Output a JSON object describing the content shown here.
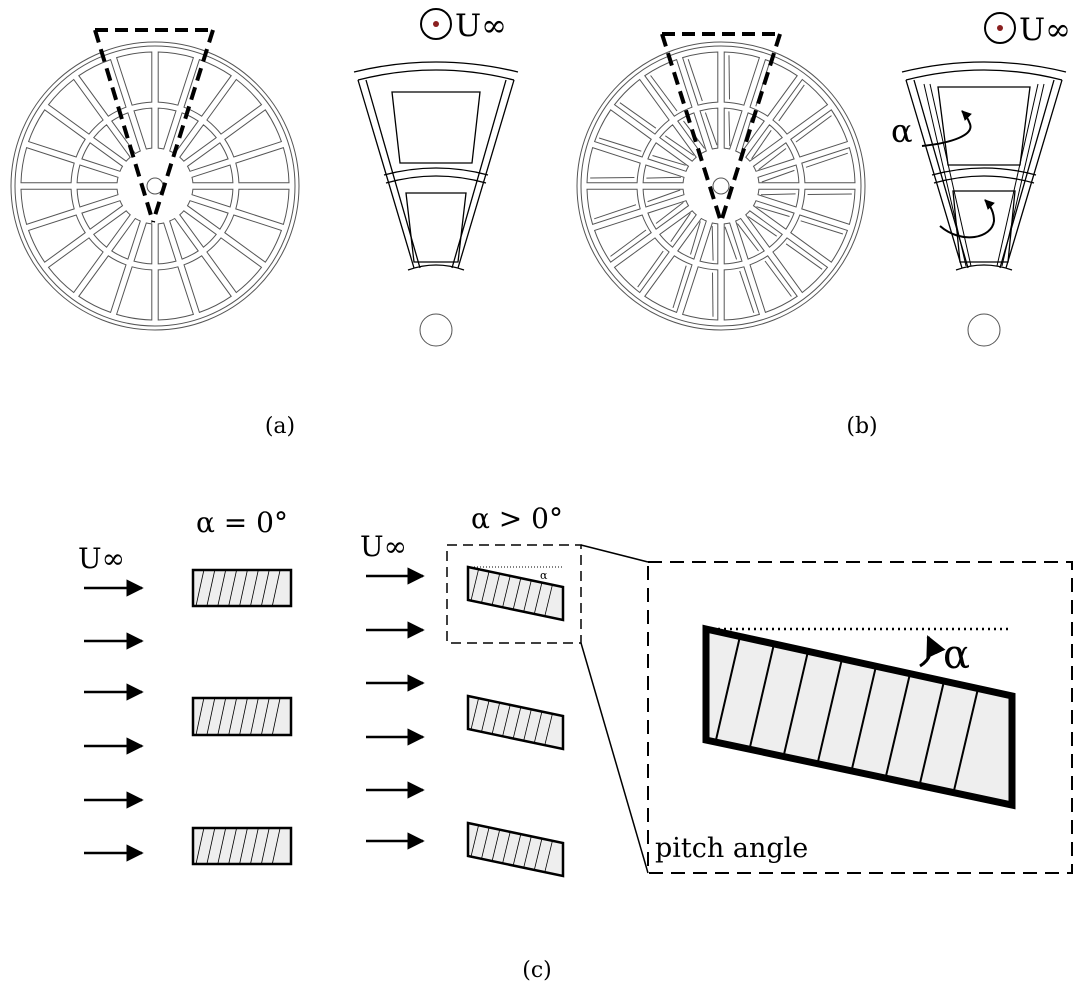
{
  "panel_a": {
    "caption": "(a)",
    "flow_label": "U∞"
  },
  "panel_b": {
    "caption": "(b)",
    "flow_label": "U∞",
    "angle_label": "α"
  },
  "panel_c": {
    "caption": "(c)",
    "left": {
      "title": "α = 0°",
      "flow_label": "U∞"
    },
    "right": {
      "title": "α > 0°",
      "flow_label": "U∞",
      "small_angle_label": "α"
    },
    "zoom": {
      "angle_label": "α",
      "caption": "pitch angle"
    }
  },
  "icons": {
    "flow_out_of_page": "dot-in-circle-icon",
    "rotation": "curved-arrow-icon"
  },
  "colors": {
    "line": "#000000",
    "wheel_line": "#555555",
    "hatch_fill": "#eeeeee",
    "flow_dot": "#8a1f1f"
  }
}
